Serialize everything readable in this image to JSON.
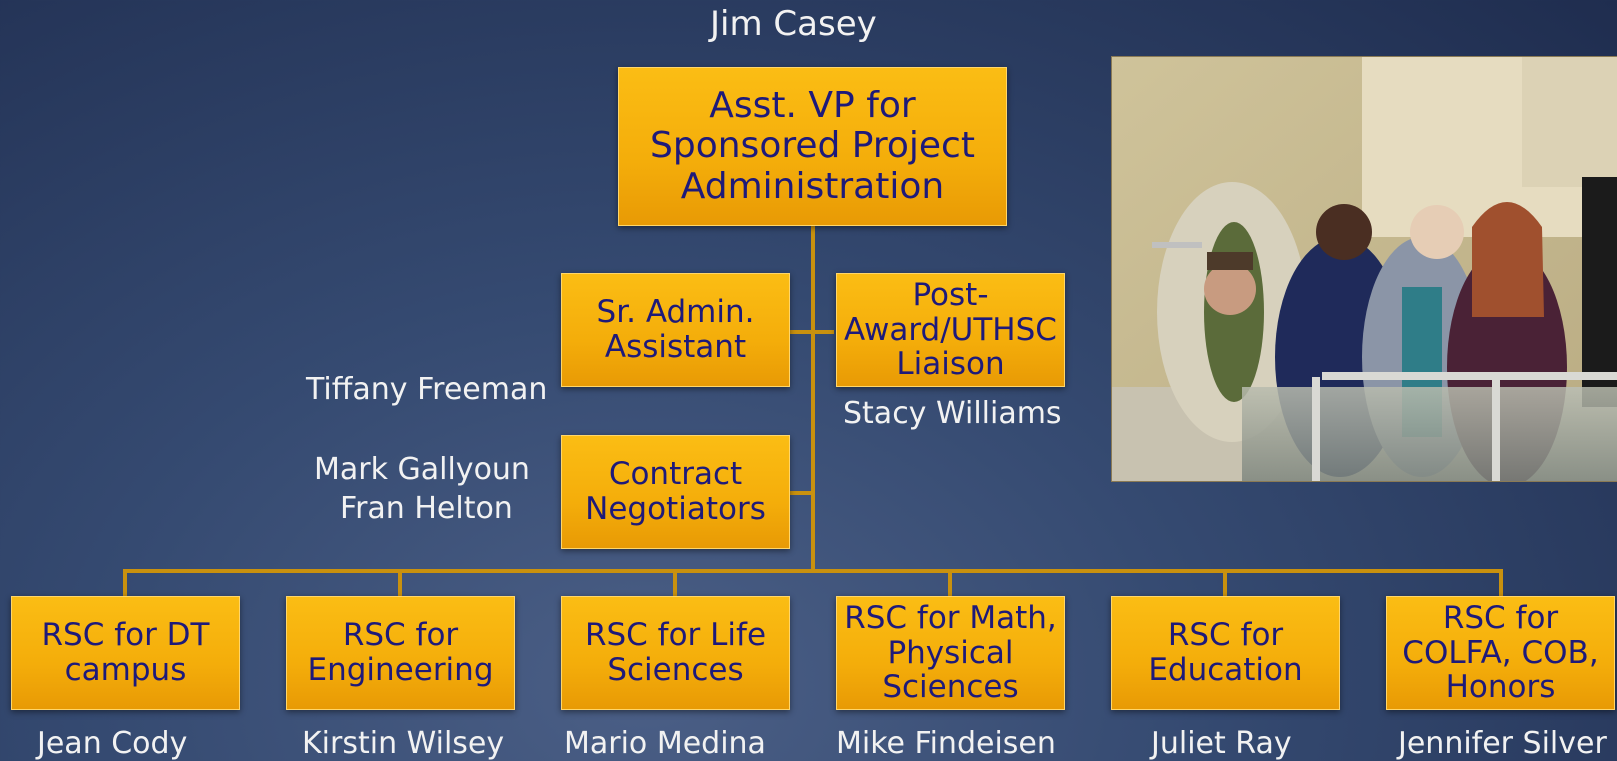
{
  "top": {
    "name": "Jim Casey",
    "title": "Asst. VP for\nSponsored Project\nAdministration"
  },
  "staff": {
    "sr_admin": {
      "title": "Sr. Admin.\nAssistant",
      "person": "Tiffany Freeman"
    },
    "liaison": {
      "title": "Post-\nAward/UTHSC\nLiaison",
      "person": "Stacy Williams"
    },
    "contracts": {
      "title": "Contract\nNegotiators",
      "people": [
        "Mark Gallyoun",
        "Fran Helton"
      ]
    }
  },
  "rscs": [
    {
      "title": "RSC for DT\ncampus",
      "person": "Jean Cody"
    },
    {
      "title": "RSC for\nEngineering",
      "person": "Kirstin Wilsey"
    },
    {
      "title": "RSC for Life\nSciences",
      "person": "Mario Medina"
    },
    {
      "title": "RSC for Math,\nPhysical\nSciences",
      "person": "Mike Findeisen"
    },
    {
      "title": "RSC for\nEducation",
      "person": "Juliet Ray"
    },
    {
      "title": "RSC for\nCOLFA, COB,\nHonors",
      "person": "Jennifer Silver"
    }
  ],
  "colors": {
    "box": "#f4ad0a",
    "box_text": "#1e1a7a",
    "connector": "#c9910e",
    "background": "#2b3b60"
  }
}
